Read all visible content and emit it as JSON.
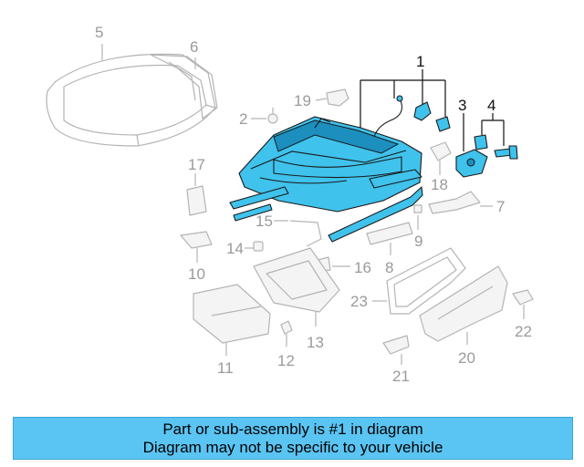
{
  "banner": {
    "line1": "Part or sub-assembly is #1 in diagram",
    "line2": "Diagram may not be specific to your vehicle"
  },
  "colors": {
    "highlight": "#3fc2ec",
    "banner": "#5ac4f2",
    "ghost": "#b4b4b4"
  },
  "callouts": {
    "c1": "1",
    "c2": "2",
    "c3": "3",
    "c4": "4",
    "c5": "5",
    "c6": "6",
    "c7": "7",
    "c8": "8",
    "c9": "9",
    "c10": "10",
    "c11": "11",
    "c12": "12",
    "c13": "13",
    "c14": "14",
    "c15": "15",
    "c16": "16",
    "c17": "17",
    "c18": "18",
    "c19": "19",
    "c20": "20",
    "c21": "21",
    "c22": "22",
    "c23": "23"
  },
  "highlighted_part": "1"
}
